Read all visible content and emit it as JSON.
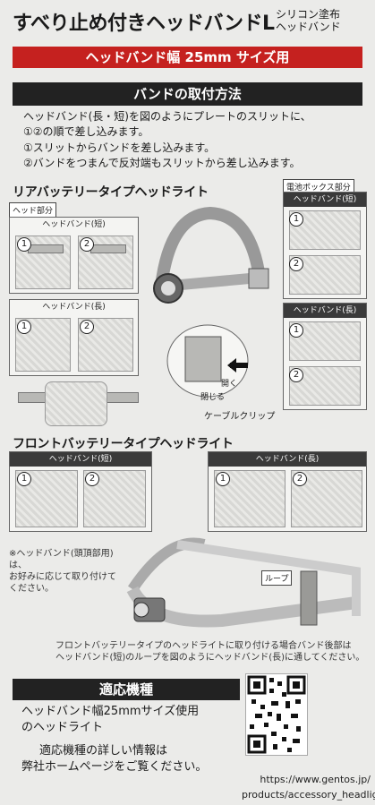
{
  "header": {
    "title": "すべり止め付きヘッドバンドL",
    "subtitle_line1": "シリコン塗布",
    "subtitle_line2": "ヘッドバンド",
    "red_bar": "ヘッドバンド幅 25mm サイズ用"
  },
  "how_to": {
    "title": "バンドの取付方法",
    "intro_line1": "ヘッドバンド(長・短)を図のようにプレートのスリットに、",
    "intro_line2": "①②の順で差し込みます。",
    "step1": "①スリットからバンドを差し込みます。",
    "step2": "②バンドをつまんで反対端もスリットから差し込みます。"
  },
  "rear": {
    "title": "リアバッテリータイプヘッドライト",
    "head_part": "ヘッド部分",
    "battery_box": "電池ボックス部分",
    "band_short": "ヘッドバンド(短)",
    "band_long": "ヘッドバンド(長)",
    "open": "開く",
    "close": "閉じる",
    "cable_clip": "ケーブルクリップ"
  },
  "front": {
    "title": "フロントバッテリータイプヘッドライト",
    "band_short": "ヘッドバンド(短)",
    "band_long": "ヘッドバンド(長)",
    "note_line1": "※ヘッドバンド(頭頂部用)は、",
    "note_line2": "お好みに応じて取り付けて",
    "note_line3": "ください。",
    "loop": "ループ",
    "bottom_note_line1": "フロントバッテリータイプのヘッドライトに取り付ける場合バンド後部は",
    "bottom_note_line2": "ヘッドバンド(短)のループを図のようにヘッドバンド(長)に通してください。"
  },
  "compatible": {
    "title": "適応機種",
    "line1": "ヘッドバンド幅25mmサイズ使用",
    "line2": "のヘッドライト",
    "info_line1": "適応機種の詳しい情報は",
    "info_line2": "弊社ホームページをご覧ください。"
  },
  "url": {
    "line1": "https://www.gentos.jp/",
    "line2": "products/accessory_headlight"
  },
  "numbers": {
    "one": "1",
    "two": "2"
  }
}
